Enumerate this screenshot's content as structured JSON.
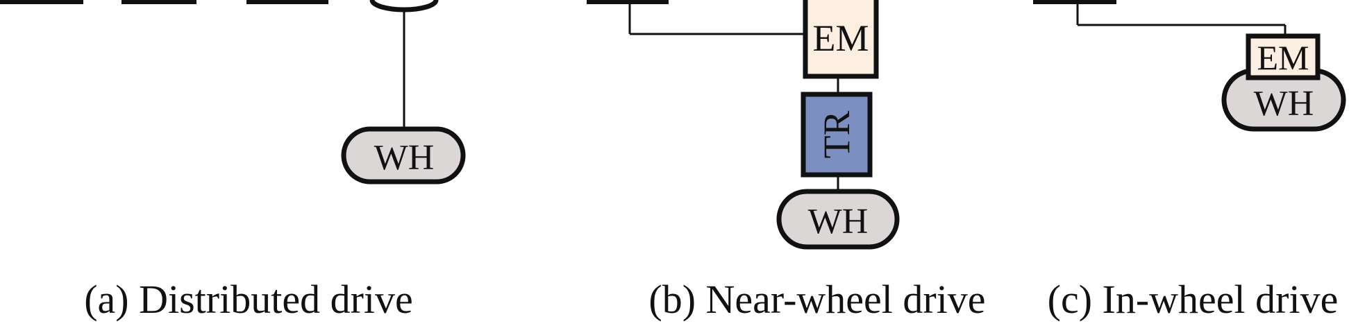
{
  "labels": {
    "em": "EM",
    "tr": "TR",
    "wh": "WH"
  },
  "captions": {
    "a": "(a) Distributed drive",
    "b": "(b) Near-wheel drive",
    "c": "(c) In-wheel drive"
  },
  "colors": {
    "em_fill": "#fcefe2",
    "tr_fill": "#7b8fc0",
    "wh_fill": "#dcd7d7",
    "stroke": "#111111"
  }
}
